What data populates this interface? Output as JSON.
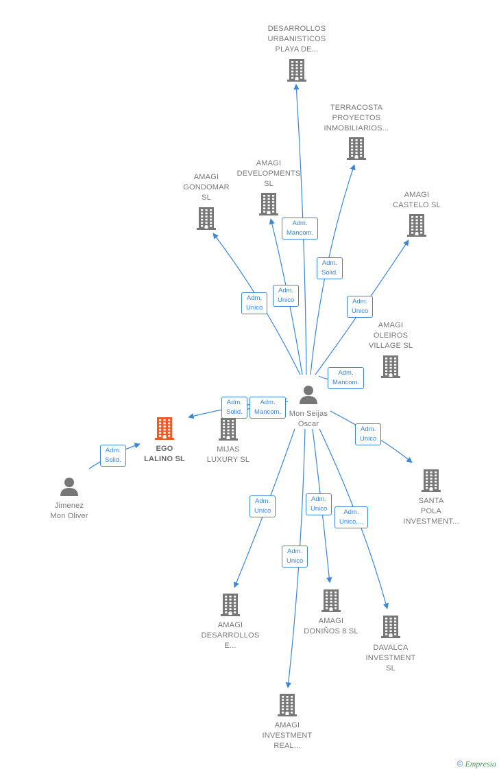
{
  "colors": {
    "edge": "#3a86d9",
    "company": "#777777",
    "company_highlight": "#f05a28",
    "person": "#777777"
  },
  "nodes": [
    {
      "id": "desarrollos_playa",
      "type": "company",
      "label": "DESARROLLOS\nURBANISTICOS\nPLAYA DE...",
      "icon": "building-icon"
    },
    {
      "id": "terracosta",
      "type": "company",
      "label": "TERRACOSTA\nPROYECTOS\nINMOBILIARIOS...",
      "icon": "building-icon"
    },
    {
      "id": "amagi_developments",
      "type": "company",
      "label": "AMAGI\nDEVELOPMENTS\nSL",
      "icon": "building-icon"
    },
    {
      "id": "amagi_gondomar",
      "type": "company",
      "label": "AMAGI\nGONDOMAR\nSL",
      "icon": "building-icon"
    },
    {
      "id": "amagi_castelo",
      "type": "company",
      "label": "AMAGI\nCASTELO  SL",
      "icon": "building-icon"
    },
    {
      "id": "amagi_oleiros",
      "type": "company",
      "label": "AMAGI\nOLEIROS\nVILLAGE  SL",
      "icon": "building-icon"
    },
    {
      "id": "mon_seijas",
      "type": "person",
      "label": "Mon Seijas\nOscar",
      "icon": "person-icon"
    },
    {
      "id": "ego_lalino",
      "type": "company",
      "label": "EGO\nLALINO  SL",
      "icon": "building-icon",
      "highlight": true
    },
    {
      "id": "mijas_luxury",
      "type": "company",
      "label": "MIJAS\nLUXURY  SL",
      "icon": "building-icon"
    },
    {
      "id": "jimenez",
      "type": "person",
      "label": "Jimenez\nMon Oliver",
      "icon": "person-icon"
    },
    {
      "id": "santa_pola",
      "type": "company",
      "label": "SANTA\nPOLA\nINVESTMENT...",
      "icon": "building-icon"
    },
    {
      "id": "amagi_desarrollos",
      "type": "company",
      "label": "AMAGI\nDESARROLLOS\nE...",
      "icon": "building-icon"
    },
    {
      "id": "amagi_doninos",
      "type": "company",
      "label": "AMAGI\nDONIÑOS 8  SL",
      "icon": "building-icon"
    },
    {
      "id": "davalca",
      "type": "company",
      "label": "DAVALCA\nINVESTMENT\nSL",
      "icon": "building-icon"
    },
    {
      "id": "amagi_investment",
      "type": "company",
      "label": "AMAGI\nINVESTMENT\nREAL...",
      "icon": "building-icon"
    }
  ],
  "edges": [
    {
      "from": "mon_seijas",
      "to": "desarrollos_playa",
      "label": "Adm.\nMancom."
    },
    {
      "from": "mon_seijas",
      "to": "terracosta",
      "label": "Adm.\nSolid."
    },
    {
      "from": "mon_seijas",
      "to": "amagi_developments",
      "label": "Adm.\nUnico"
    },
    {
      "from": "mon_seijas",
      "to": "amagi_gondomar",
      "label": "Adm.\nUnico"
    },
    {
      "from": "mon_seijas",
      "to": "amagi_castelo",
      "label": "Adm.\nUnico"
    },
    {
      "from": "mon_seijas",
      "to": "amagi_oleiros",
      "label": "Adm.\nMancom."
    },
    {
      "from": "mon_seijas",
      "to": "ego_lalino",
      "label": "Adm.\nSolid."
    },
    {
      "from": "mon_seijas",
      "to": "mijas_luxury",
      "label": "Adm.\nMancom."
    },
    {
      "from": "jimenez",
      "to": "ego_lalino",
      "label": "Adm.\nSolid."
    },
    {
      "from": "mon_seijas",
      "to": "santa_pola",
      "label": "Adm.\nUnico"
    },
    {
      "from": "mon_seijas",
      "to": "amagi_desarrollos",
      "label": "Adm.\nUnico"
    },
    {
      "from": "mon_seijas",
      "to": "amagi_doninos",
      "label": "Adm.\nUnico"
    },
    {
      "from": "mon_seijas",
      "to": "davalca",
      "label": "Adm.\nUnico,..."
    },
    {
      "from": "mon_seijas",
      "to": "amagi_investment",
      "label": "Adm.\nUnico"
    }
  ],
  "footer": {
    "copyright": "©",
    "brand": "Empresia"
  }
}
